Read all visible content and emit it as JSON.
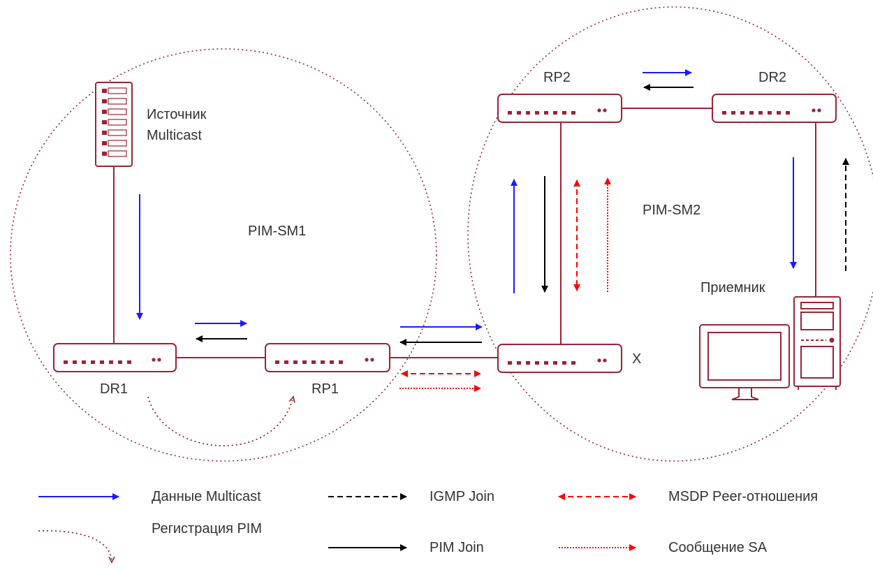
{
  "domains": {
    "left": "PIM-SM1",
    "right": "PIM-SM2"
  },
  "nodes": {
    "source_line1": "Источник",
    "source_line2": "Multicast",
    "dr1": "DR1",
    "rp1": "RP1",
    "rp2": "RP2",
    "dr2": "DR2",
    "x": "X",
    "receiver": "Приемник"
  },
  "legend": {
    "multicast_data": "Данные Multicast",
    "igmp_join": "IGMP Join",
    "msdp_peer": "MSDP Peer-отношения",
    "pim_register": "Регистрация PIM",
    "pim_join": "PIM Join",
    "sa_message": "Сообщение SA"
  },
  "colors": {
    "device": "#9b2335",
    "multicast_data": "#1a1aff",
    "pim_join": "#000000",
    "msdp": "#ff0000",
    "domain_outline": "#9b2335"
  }
}
